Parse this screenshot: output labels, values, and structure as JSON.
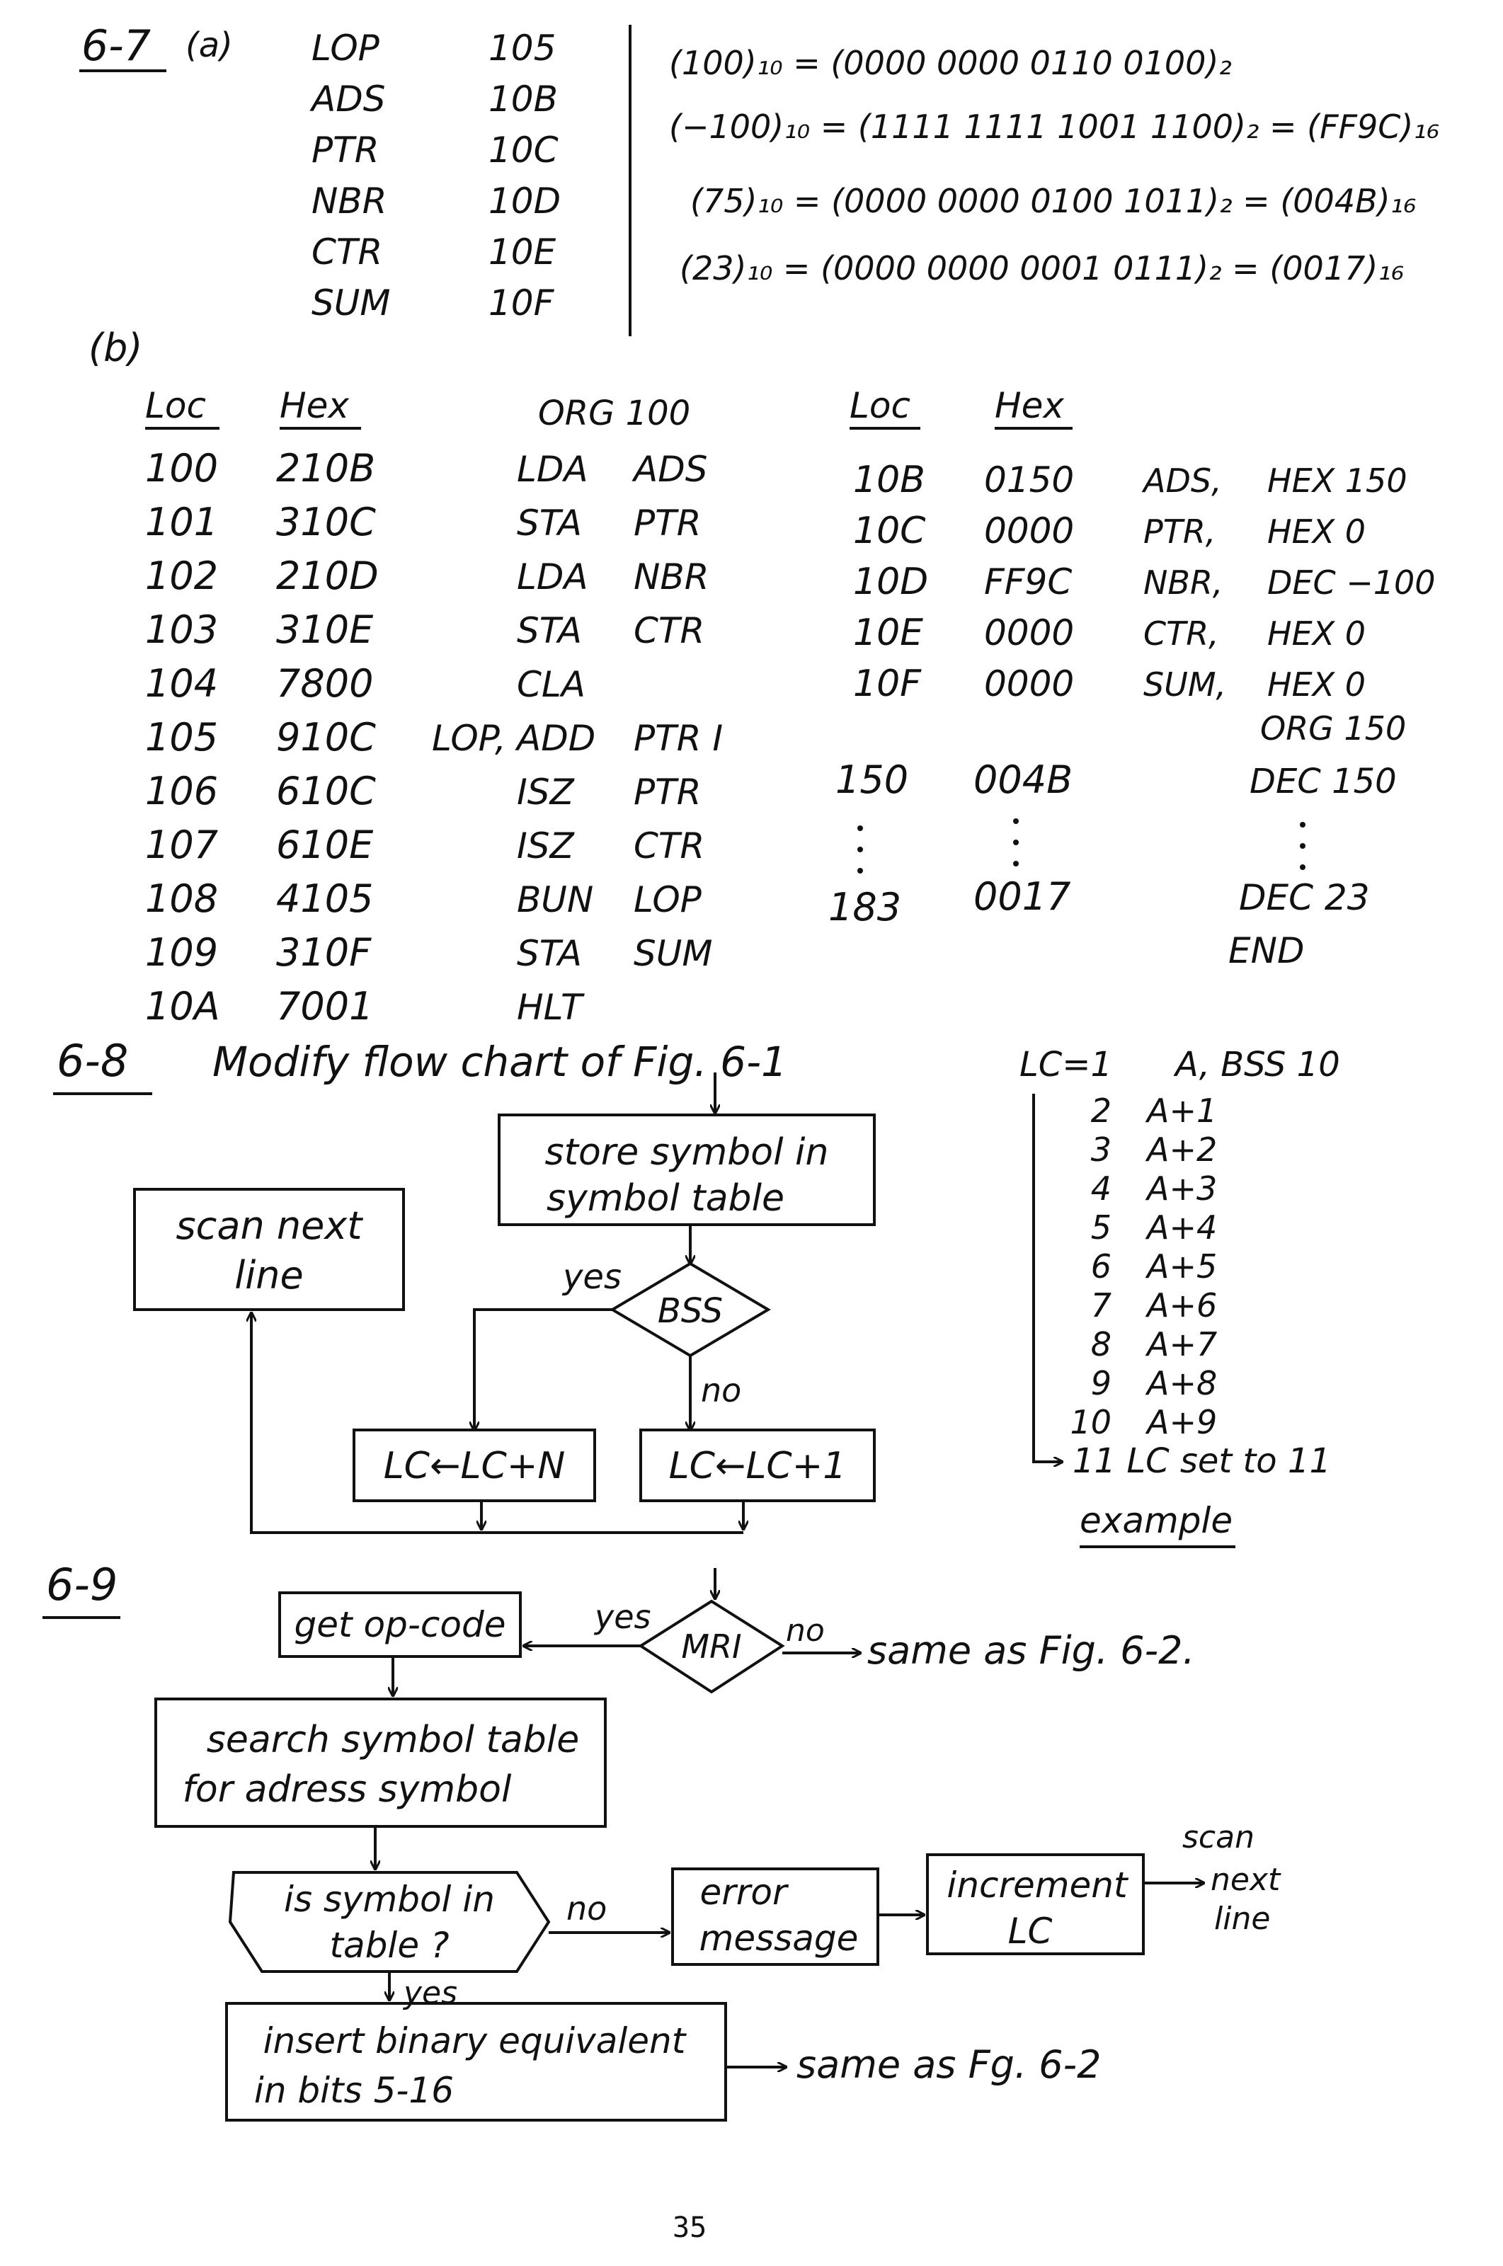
{
  "problem_6_7": {
    "heading": "6-7",
    "part_a": "(a)",
    "symbol_table": [
      {
        "sym": "LOP",
        "addr": "105"
      },
      {
        "sym": "ADS",
        "addr": "10B"
      },
      {
        "sym": "PTR",
        "addr": "10C"
      },
      {
        "sym": "NBR",
        "addr": "10D"
      },
      {
        "sym": "CTR",
        "addr": "10E"
      },
      {
        "sym": "SUM",
        "addr": "10F"
      }
    ],
    "conversions": [
      "(100)₁₀ = (0000 0000 0110 0100)₂",
      "(−100)₁₀ = (1111 1111 1001 1100)₂ = (FF9C)₁₆",
      "(75)₁₀ = (0000 0000 0100 1011)₂ = (004B)₁₆",
      "(23)₁₀ = (0000 0000 0001 0111)₂ = (0017)₁₆"
    ],
    "part_b": "(b)",
    "headers": {
      "loc": "Loc",
      "hex": "Hex"
    },
    "left_origin": "ORG 100",
    "left_rows": [
      {
        "loc": "100",
        "hex": "210B",
        "label": "",
        "op": "LDA",
        "arg": "ADS"
      },
      {
        "loc": "101",
        "hex": "310C",
        "label": "",
        "op": "STA",
        "arg": "PTR"
      },
      {
        "loc": "102",
        "hex": "210D",
        "label": "",
        "op": "LDA",
        "arg": "NBR"
      },
      {
        "loc": "103",
        "hex": "310E",
        "label": "",
        "op": "STA",
        "arg": "CTR"
      },
      {
        "loc": "104",
        "hex": "7800",
        "label": "",
        "op": "CLA",
        "arg": ""
      },
      {
        "loc": "105",
        "hex": "910C",
        "label": "LOP,",
        "op": "ADD",
        "arg": "PTR I"
      },
      {
        "loc": "106",
        "hex": "610C",
        "label": "",
        "op": "ISZ",
        "arg": "PTR"
      },
      {
        "loc": "107",
        "hex": "610E",
        "label": "",
        "op": "ISZ",
        "arg": "CTR"
      },
      {
        "loc": "108",
        "hex": "4105",
        "label": "",
        "op": "BUN",
        "arg": "LOP"
      },
      {
        "loc": "109",
        "hex": "310F",
        "label": "",
        "op": "STA",
        "arg": "SUM"
      },
      {
        "loc": "10A",
        "hex": "7001",
        "label": "",
        "op": "HLT",
        "arg": ""
      }
    ],
    "right_rows": [
      {
        "loc": "10B",
        "hex": "0150",
        "label": "ADS,",
        "op": "HEX 150"
      },
      {
        "loc": "10C",
        "hex": "0000",
        "label": "PTR,",
        "op": "HEX 0"
      },
      {
        "loc": "10D",
        "hex": "FF9C",
        "label": "NBR,",
        "op": "DEC −100"
      },
      {
        "loc": "10E",
        "hex": "0000",
        "label": "CTR,",
        "op": "HEX 0"
      },
      {
        "loc": "10F",
        "hex": "0000",
        "label": "SUM,",
        "op": "HEX 0"
      }
    ],
    "right_origin": "ORG 150",
    "tail_rows": [
      {
        "loc": "150",
        "hex": "004B",
        "op": "DEC 150"
      },
      {
        "loc": "183",
        "hex": "0017",
        "op": "DEC 23"
      }
    ],
    "end": "END"
  },
  "problem_6_8": {
    "heading": "6-8",
    "title": "Modify flow chart of Fig. 6-1",
    "store_box": [
      "store symbol in",
      "symbol table"
    ],
    "scan_box": [
      "scan next",
      "line"
    ],
    "decision": "BSS",
    "yes": "yes",
    "no": "no",
    "lc_n": "LC←LC+N",
    "lc_1": "LC←LC+1",
    "example_header": {
      "lc": "LC=1",
      "code": "A, BSS 10"
    },
    "example_rows": [
      {
        "n": "2",
        "v": "A+1"
      },
      {
        "n": "3",
        "v": "A+2"
      },
      {
        "n": "4",
        "v": "A+3"
      },
      {
        "n": "5",
        "v": "A+4"
      },
      {
        "n": "6",
        "v": "A+5"
      },
      {
        "n": "7",
        "v": "A+6"
      },
      {
        "n": "8",
        "v": "A+7"
      },
      {
        "n": "9",
        "v": "A+8"
      },
      {
        "n": "10",
        "v": "A+9"
      }
    ],
    "example_final": "11 LC set to 11",
    "example_label": "example"
  },
  "problem_6_9": {
    "heading": "6-9",
    "get_opcode": "get op-code",
    "mri": "MRI",
    "yes": "yes",
    "no": "no",
    "same_1": "same as Fig. 6-2.",
    "search_box": [
      "search symbol table",
      "for adress symbol"
    ],
    "is_symbol": [
      "is symbol in",
      "table ?"
    ],
    "no_2": "no",
    "error_box": [
      "error",
      "message"
    ],
    "increment_box": [
      "increment",
      "LC"
    ],
    "scan_next": [
      "scan",
      "next",
      "line"
    ],
    "yes_2": "yes",
    "insert_box": [
      "insert binary equivalent",
      "in bits 5-16"
    ],
    "same_2": "same as Fg. 6-2"
  },
  "page_number": "35"
}
